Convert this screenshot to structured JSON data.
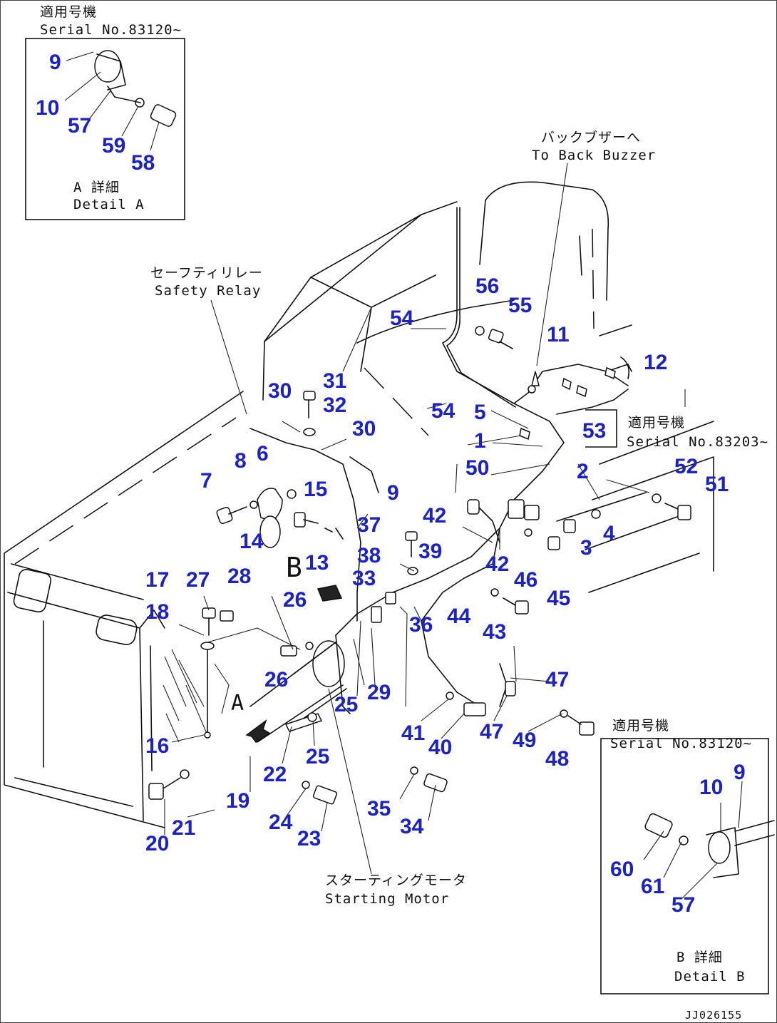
{
  "texts": {
    "top_left_applicable_jp": "適用号機",
    "top_left_serial": "Serial No.83120~",
    "detail_a_jp": "A 詳細",
    "detail_a_en": "Detail A",
    "back_buzzer_jp": "バックブザーへ",
    "back_buzzer_en": "To Back Buzzer",
    "safety_relay_jp": "セーフティリレー",
    "safety_relay_en": "Safety Relay",
    "right_applicable_jp": "適用号機",
    "right_serial": "Serial No.83203~",
    "bottom_right_applicable_jp": "適用号機",
    "bottom_right_serial": "Serial No.83120~",
    "starting_motor_jp": "スターティングモータ",
    "starting_motor_en": "Starting Motor",
    "detail_b_jp": "B 詳細",
    "detail_b_en": "Detail B",
    "view_a": "A",
    "view_b": "B",
    "drawing_code": "JJ026155"
  },
  "callouts": [
    {
      "id": "c-9-a",
      "label": "9"
    },
    {
      "id": "c-10-a",
      "label": "10"
    },
    {
      "id": "c-57-a",
      "label": "57"
    },
    {
      "id": "c-59",
      "label": "59"
    },
    {
      "id": "c-58",
      "label": "58"
    },
    {
      "id": "c-56",
      "label": "56"
    },
    {
      "id": "c-55",
      "label": "55"
    },
    {
      "id": "c-54-a",
      "label": "54"
    },
    {
      "id": "c-11",
      "label": "11"
    },
    {
      "id": "c-12",
      "label": "12"
    },
    {
      "id": "c-31",
      "label": "31"
    },
    {
      "id": "c-30-a",
      "label": "30"
    },
    {
      "id": "c-32",
      "label": "32"
    },
    {
      "id": "c-30-b",
      "label": "30"
    },
    {
      "id": "c-54-b",
      "label": "54"
    },
    {
      "id": "c-5",
      "label": "5"
    },
    {
      "id": "c-53",
      "label": "53"
    },
    {
      "id": "c-1",
      "label": "1"
    },
    {
      "id": "c-8",
      "label": "8"
    },
    {
      "id": "c-6",
      "label": "6"
    },
    {
      "id": "c-50",
      "label": "50"
    },
    {
      "id": "c-2",
      "label": "2"
    },
    {
      "id": "c-52",
      "label": "52"
    },
    {
      "id": "c-51",
      "label": "51"
    },
    {
      "id": "c-7",
      "label": "7"
    },
    {
      "id": "c-15",
      "label": "15"
    },
    {
      "id": "c-9-b",
      "label": "9"
    },
    {
      "id": "c-42-a",
      "label": "42"
    },
    {
      "id": "c-37",
      "label": "37"
    },
    {
      "id": "c-14",
      "label": "14"
    },
    {
      "id": "c-4",
      "label": "4"
    },
    {
      "id": "c-3",
      "label": "3"
    },
    {
      "id": "c-39",
      "label": "39"
    },
    {
      "id": "c-38",
      "label": "38"
    },
    {
      "id": "c-13",
      "label": "13"
    },
    {
      "id": "c-42-b",
      "label": "42"
    },
    {
      "id": "c-46",
      "label": "46"
    },
    {
      "id": "c-17",
      "label": "17"
    },
    {
      "id": "c-27",
      "label": "27"
    },
    {
      "id": "c-28",
      "label": "28"
    },
    {
      "id": "c-33",
      "label": "33"
    },
    {
      "id": "c-45",
      "label": "45"
    },
    {
      "id": "c-26-a",
      "label": "26"
    },
    {
      "id": "c-44",
      "label": "44"
    },
    {
      "id": "c-18",
      "label": "18"
    },
    {
      "id": "c-36",
      "label": "36"
    },
    {
      "id": "c-43",
      "label": "43"
    },
    {
      "id": "c-26-b",
      "label": "26"
    },
    {
      "id": "c-29",
      "label": "29"
    },
    {
      "id": "c-25-a",
      "label": "25"
    },
    {
      "id": "c-47-a",
      "label": "47"
    },
    {
      "id": "c-16",
      "label": "16"
    },
    {
      "id": "c-41",
      "label": "41"
    },
    {
      "id": "c-40",
      "label": "40"
    },
    {
      "id": "c-47-b",
      "label": "47"
    },
    {
      "id": "c-49",
      "label": "49"
    },
    {
      "id": "c-48",
      "label": "48"
    },
    {
      "id": "c-25-b",
      "label": "25"
    },
    {
      "id": "c-22",
      "label": "22"
    },
    {
      "id": "c-19",
      "label": "19"
    },
    {
      "id": "c-35",
      "label": "35"
    },
    {
      "id": "c-34",
      "label": "34"
    },
    {
      "id": "c-24",
      "label": "24"
    },
    {
      "id": "c-23",
      "label": "23"
    },
    {
      "id": "c-20",
      "label": "20"
    },
    {
      "id": "c-21",
      "label": "21"
    },
    {
      "id": "c-10-b",
      "label": "10"
    },
    {
      "id": "c-9-c",
      "label": "9"
    },
    {
      "id": "c-60",
      "label": "60"
    },
    {
      "id": "c-61",
      "label": "61"
    },
    {
      "id": "c-57-b",
      "label": "57"
    }
  ]
}
